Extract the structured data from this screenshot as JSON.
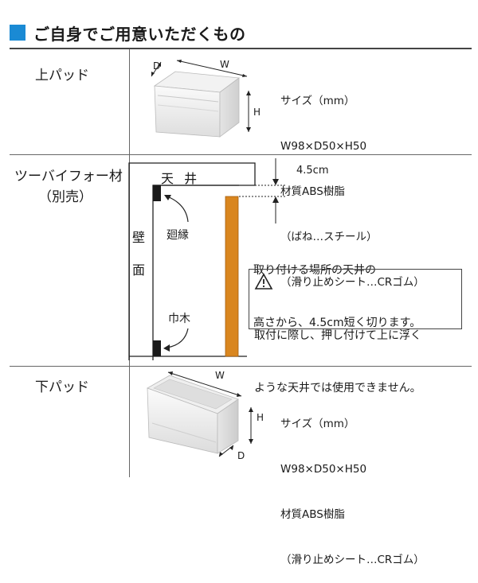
{
  "header": {
    "title": "ご自身でご用意いただくもの",
    "accent_color": "#1a8ad4"
  },
  "upper_pad": {
    "label": "上パッド",
    "dim_w": "W",
    "dim_d": "D",
    "dim_h": "H",
    "spec_lines": [
      "サイズ（mm）",
      "W98×D50×H50",
      "材質ABS樹脂",
      "（ばね…スチール）",
      "（滑り止めシート…CRゴム）"
    ]
  },
  "lumber": {
    "label_line1": "ツーバイフォー材",
    "label_line2": "（別売）",
    "ceiling": "天 井",
    "wall_char1": "壁",
    "wall_char2": "面",
    "molding": "廻縁",
    "baseboard": "巾木",
    "gap": "4.5cm",
    "cut_note": [
      "取り付ける場所の天井の",
      "高さから、4.5cm短く切ります。"
    ],
    "warning_icon": "warning-triangle-icon",
    "warning_text": [
      "取付に際し、押し付けて上に浮く",
      "ような天井では使用できません。"
    ],
    "lumber_color": "#d9861f"
  },
  "lower_pad": {
    "label": "下パッド",
    "dim_w": "W",
    "dim_d": "D",
    "dim_h": "H",
    "spec_lines": [
      "サイズ（mm）",
      "W98×D50×H50",
      "材質ABS樹脂",
      "（滑り止めシート…CRゴム）"
    ]
  }
}
